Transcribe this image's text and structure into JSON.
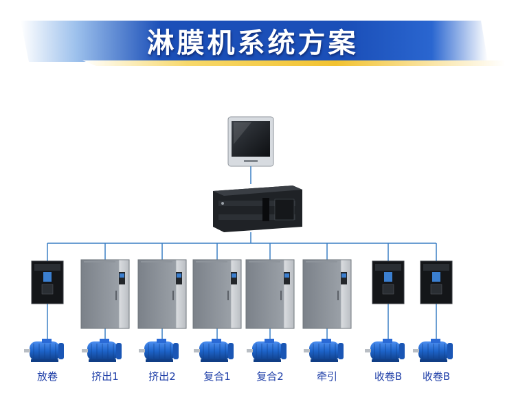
{
  "title": "淋膜机系统方案",
  "colors": {
    "bus_line": "#3a7fc4",
    "label": "#1f3fa8",
    "motor": "#1d63c9",
    "banner": "#1b4fb8",
    "banner_accent": "#f2c230"
  },
  "devices": {
    "hmi": {
      "icon": "hmi-touchscreen-icon"
    },
    "plc": {
      "icon": "plc-controller-icon"
    }
  },
  "drives": [
    {
      "label": "放卷",
      "kind": "small",
      "icon": "small-inverter-icon"
    },
    {
      "label": "挤出1",
      "kind": "cabinet",
      "icon": "cabinet-inverter-icon"
    },
    {
      "label": "挤出2",
      "kind": "cabinet",
      "icon": "cabinet-inverter-icon"
    },
    {
      "label": "复合1",
      "kind": "cabinet",
      "icon": "cabinet-inverter-icon"
    },
    {
      "label": "复合2",
      "kind": "cabinet",
      "icon": "cabinet-inverter-icon"
    },
    {
      "label": "牵引",
      "kind": "cabinet",
      "icon": "cabinet-inverter-icon"
    },
    {
      "label": "收卷B",
      "kind": "small",
      "icon": "small-inverter-icon"
    },
    {
      "label": "收卷B",
      "kind": "small",
      "icon": "small-inverter-icon"
    }
  ]
}
